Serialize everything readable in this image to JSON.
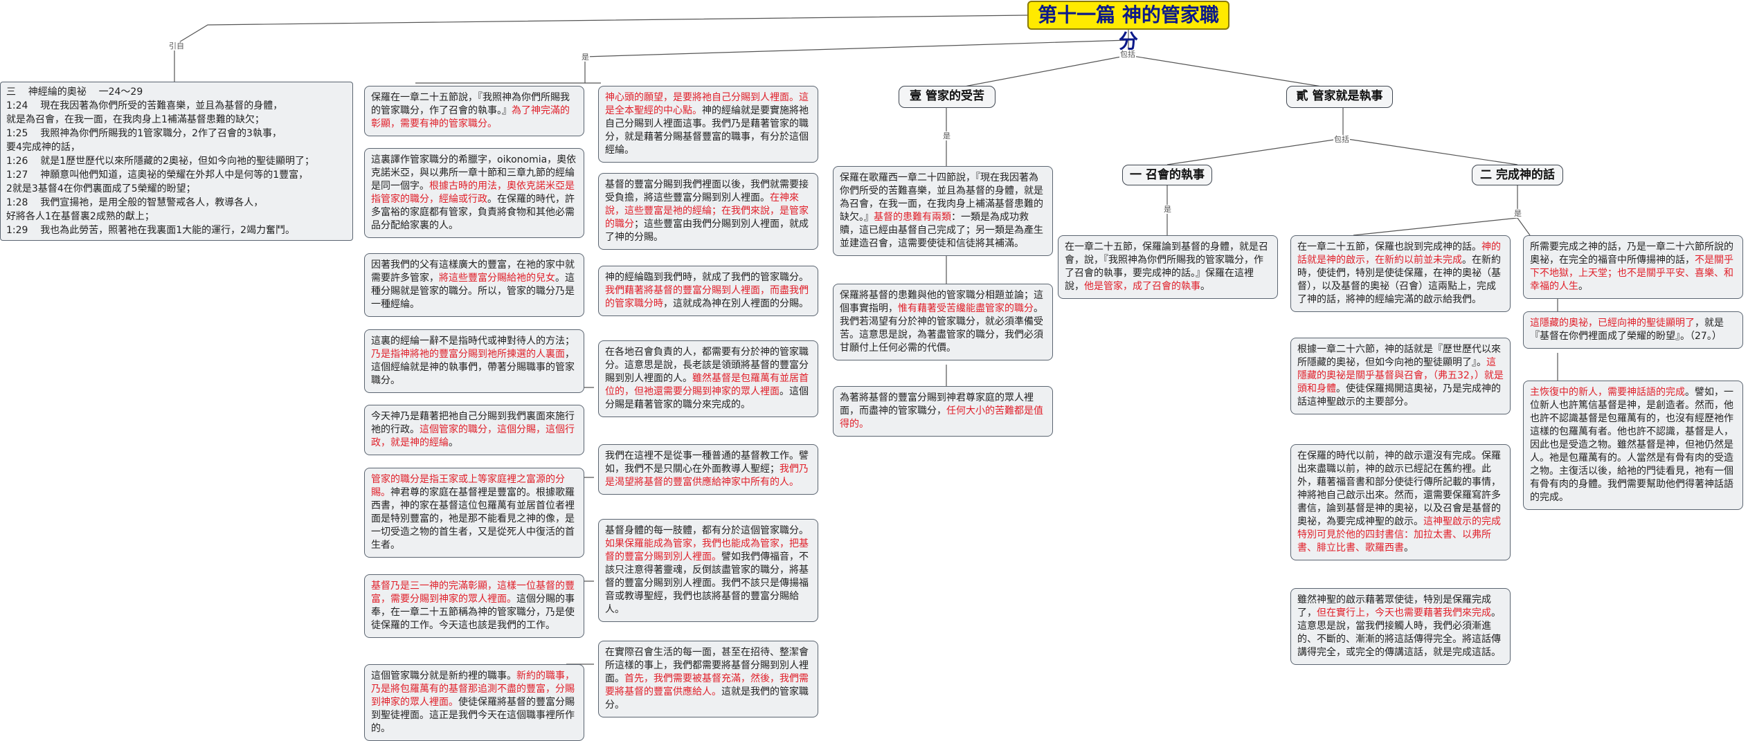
{
  "root": {
    "title": "第十一篇  神的管家職分"
  },
  "labels": {
    "cite": "引自",
    "is": "是",
    "include": "包括"
  },
  "quote": {
    "lines": [
      "三    神經綸的奧祕    一24～29",
      "1:24    現在我因著為你們所受的苦難喜樂，並且為基督的身體，",
      "就是為召會，在我一面，在我肉身上1補滿基督患難的缺欠；",
      "1:25    我照神為你們所賜我的1管家職分，2作了召會的3執事，",
      "要4完成神的話，",
      "1:26    就是1歷世歷代以來所隱藏的2奧祕，但如今向祂的聖徒顯明了；",
      "1:27    神願意叫他們知道，這奧祕的榮耀在外邦人中是何等的1豐富，",
      "2就是3基督4在你們裏面成了5榮耀的盼望；",
      "1:28    我們宣揚祂，是用全般的智慧警戒各人，教導各人，",
      "好將各人1在基督裏2成熟的獻上；",
      "1:29    我也為此勞苦，照著祂在我裏面1大能的運行，2竭力奮鬥。"
    ]
  },
  "topics": {
    "suffering": "壹  管家的受苦",
    "steward_minister": "貳  管家就是執事",
    "calling": "一  召會的執事",
    "complete": "二  完成神的話"
  },
  "col_a": [
    [
      [
        "保羅在一章二十五節說，『我照神為你們所賜我的管家職分，作了召會的執事。』",
        0
      ],
      [
        "為了神完滿的彰顯，需要有神的管家職分。",
        1
      ]
    ],
    [
      [
        "這裏譯作管家職分的希臘字，oikonomia，奧依克諾米亞，與以弗所一章十節和三章九節的經綸是同一個字。",
        0
      ],
      [
        "根據古時的用法，奧依克諾米亞是指管家的職分，經綸或行政",
        1
      ],
      [
        "。在保羅的時代，許多富裕的家庭都有管家，負責將食物和其他必需品分配給家裏的人。",
        0
      ]
    ],
    [
      [
        "因著我們的父有這樣廣大的豐富，在祂的家中就需要許多管家，",
        0
      ],
      [
        "將這些豐富分賜給祂的兒女",
        1
      ],
      [
        "。這種分賜就是管家的職分。所以，管家的職分乃是一種經綸。",
        0
      ]
    ],
    [
      [
        "這裏的經綸一辭不是指時代或神對待人的方法；",
        0
      ],
      [
        "乃是指神將祂的豐富分賜到祂所揀選的人裏面",
        1
      ],
      [
        "，這個經綸就是神的執事們，帶著分賜職事的管家職分。",
        0
      ]
    ],
    [
      [
        "今天神乃是藉著把祂自己分賜到我們裏面來施行祂的行政。",
        0
      ],
      [
        "這個管家的職分，這個分賜，這個行政，就是神的經綸",
        1
      ],
      [
        "。",
        0
      ]
    ],
    [
      [
        "管家的職分是指王家或上等家庭裡之富源的分賜。",
        1
      ],
      [
        "神君尊的家庭在基督裡是豐富的。根據歌羅西書，神的家在基督這位包羅萬有並居首位者裡面是特別豐富的，祂是那不能看見之神的像，是一切受造之物的首生者，又是從死人中復活的首生者。",
        0
      ]
    ],
    [
      [
        "基督乃是三一神的完滿彰顯，這樣一位基督的豐富，需要分賜到神家的眾人裡面。",
        1
      ],
      [
        "這個分賜的事奉，在一章二十五節稱為神的管家職分，乃是使徒保羅的工作。今天這也該是我們的工作。",
        0
      ]
    ],
    [
      [
        "這個管家職分就是新約裡的職事。",
        0
      ],
      [
        "新約的職事，乃是將包羅萬有的基督那追測不盡的豐富，分賜到神家的眾人裡面。",
        1
      ],
      [
        "使徒保羅將基督的豐富分賜到聖徒裡面。這正是我們今天在這個職事裡所作的。",
        0
      ]
    ]
  ],
  "col_b": [
    [
      [
        "神心頭的願望，是要將祂自己分賜到人裡面。這是全本聖經的中心點。",
        1
      ],
      [
        "神的經綸就是要實施將祂自己分賜到人裡面這事。我們乃是藉著管家的職分，就是藉著分賜基督豐富的職事，有分於這個經綸。",
        0
      ]
    ],
    [
      [
        "基督的豐富分賜到我們裡面以後，我們就需要接受負擔，將這些豐富分賜到別人裡面。",
        0
      ],
      [
        "在神來說，這些豐富是祂的經綸；在我們來說，是管家的職分",
        1
      ],
      [
        "；這些豐富由我們分賜到別人裡面，就成了神的分賜。",
        0
      ]
    ],
    [
      [
        "神的經綸臨到我們時，就成了我們的管家職分。",
        0
      ],
      [
        "我們藉著將基督的豐富分賜到人裡面，而盡我們的管家職分時",
        1
      ],
      [
        "，這就成為神在別人裡面的分賜。",
        0
      ]
    ],
    [
      [
        "在各地召會負責的人，都需要有分於神的管家職分。這意思是說，長老該是領頭將基督的豐富分賜到別人裡面的人。",
        0
      ],
      [
        "雖然基督是包羅萬有並居首位的，但祂還需要分賜到神家的眾人裡面",
        1
      ],
      [
        "。這個分賜是藉著管家的職分來完成的。",
        0
      ]
    ],
    [
      [
        "我們在這裡不是從事一種普通的基督教工作。譬如，我們不是只關心在外面教導人聖經；",
        0
      ],
      [
        "我們乃是渴望將基督的豐富供應給神家中所有的人。",
        1
      ]
    ],
    [
      [
        "基督身體的每一肢體，都有分於這個管家職分。",
        0
      ],
      [
        "如果保羅能成為管家，我們也能成為管家，把基督的豐富分賜到別人裡面。",
        1
      ],
      [
        "譬如我們傳福音，不該只注意得著靈魂，反倒該盡管家的職分，將基督的豐富分賜到別人裡面。我們不該只是傳揚福音或教導聖經，我們也該將基督的豐富分賜給人。",
        0
      ]
    ],
    [
      [
        "在實際召會生活的每一面，甚至在招待、整潔會所這樣的事上，我們都需要將基督分賜到別人裡面。",
        0
      ],
      [
        "首先，我們需要被基督充滿，然後，我們需要將基督的豐富供應給人。",
        1
      ],
      [
        "這就是我們的管家職分。",
        0
      ]
    ]
  ],
  "col_c": [
    [
      [
        "保羅在歌羅西一章二十四節說，『現在我因著為你們所受的苦難喜樂，並且為基督的身體，就是為召會，在我一面，在我肉身上補滿基督患難的缺欠。』",
        0
      ],
      [
        "基督的患難有兩類",
        1
      ],
      [
        "：一類是為成功救贖，這已經由基督自己完成了；另一類是為產生並建造召會，這需要使徒和信徒將其補滿。",
        0
      ]
    ],
    [
      [
        "保羅將基督的患難與他的管家職分相題並論；這個事實指明，",
        0
      ],
      [
        "惟有藉著受苦纔能盡管家的職分",
        1
      ],
      [
        "。我們若渴望有分於神的管家職分，就必須準備受苦。這意思是說，為著盡管家的職分，我們必須甘願付上任何必需的代價。",
        0
      ]
    ],
    [
      [
        "為著將基督的豐富分賜到神君尊家庭的眾人裡面，而盡神的管家職分，",
        0
      ],
      [
        "任何大小的苦難都是值得的。",
        1
      ]
    ]
  ],
  "col_d": [
    [
      [
        "在一章二十五節，保羅論到基督的身體，就是召會，說，『我照神為你們所賜我的管家職分，作了召會的執事，要完成神的話。』保羅在這裡說，",
        0
      ],
      [
        "他是管家，成了召會的執事",
        1
      ],
      [
        "。",
        0
      ]
    ]
  ],
  "col_e": [
    [
      [
        "在一章二十五節，保羅也說到完成神的話。",
        0
      ],
      [
        "神的話就是神的啟示，在新約以前並未完成",
        1
      ],
      [
        "。在新約時，使徒們，特別是使徒保羅，在神的奧祕（基督），以及基督的奧祕（召會）這兩點上，完成了神的話，將神的經綸完滿的啟示給我們。",
        0
      ]
    ],
    [
      [
        "根據一章二十六節，神的話就是『歷世歷代以來所隱藏的奧祕，但如今向祂的聖徒顯明了』。",
        0
      ],
      [
        "這隱藏的奧祕是關乎基督與召會，（弗五32，）就是頭和身體",
        1
      ],
      [
        "。使徒保羅揭開這奧祕，乃是完成神的話這神聖啟示的主要部分。",
        0
      ]
    ],
    [
      [
        "在保羅的時代以前，神的啟示還沒有完成。保羅出來盡職以前，神的啟示已經記在舊約裡。此外，藉著福音書和部分使徒行傳所記載的事情，神將祂自己啟示出來。然而，還需要保羅寫許多書信，論到基督是神的奧祕，以及召會是基督的奧祕，為要完成神聖的啟示。",
        0
      ],
      [
        "這神聖啟示的完成特別可見於他的四封書信：加拉太書、以弗所書、腓立比書、歌羅西書",
        1
      ],
      [
        "。",
        0
      ]
    ],
    [
      [
        "雖然神聖的啟示藉著眾使徒，特別是保羅完成了，",
        0
      ],
      [
        "但在實行上，今天也需要藉著我們來完成",
        1
      ],
      [
        "。這意思是說，當我們接觸人時，我們必須漸進的、不斷的、漸漸的將這話傳得完全。將這話傳講得完全，或完全的傳講這話，就是完成這話。",
        0
      ]
    ]
  ],
  "col_f": [
    [
      [
        "所需要完成之神的話，乃是一章二十六節所說的奧祕，在完全的福音中所傳揚神的話，",
        0
      ],
      [
        "不是關乎下不地獄，上天堂；也不是關乎平安、喜樂、和幸福的人生",
        1
      ],
      [
        "。",
        0
      ]
    ],
    [
      [
        "這隱藏的奧祕，已經向神的聖徒顯明了",
        1
      ],
      [
        "，就是『基督在你們裡面成了榮耀的盼望』。（27。）",
        0
      ]
    ],
    [
      [
        "主恢復中的新人，需要神話語的完成",
        1
      ],
      [
        "。譬如，一位新人也許篤信基督是神，是創造者。然而，他也許不認識基督是包羅萬有的，也沒有經歷祂作這樣的包羅萬有者。他也許不認識，基督是人，因此也是受造之物。雖然基督是神，但祂仍然是人。祂是包羅萬有的。人當然是有骨有肉的受造之物。主復活以後，給祂的門徒看見，祂有一個有骨有肉的身體。我們需要幫助他們得著神話語的完成。",
        0
      ]
    ]
  ]
}
